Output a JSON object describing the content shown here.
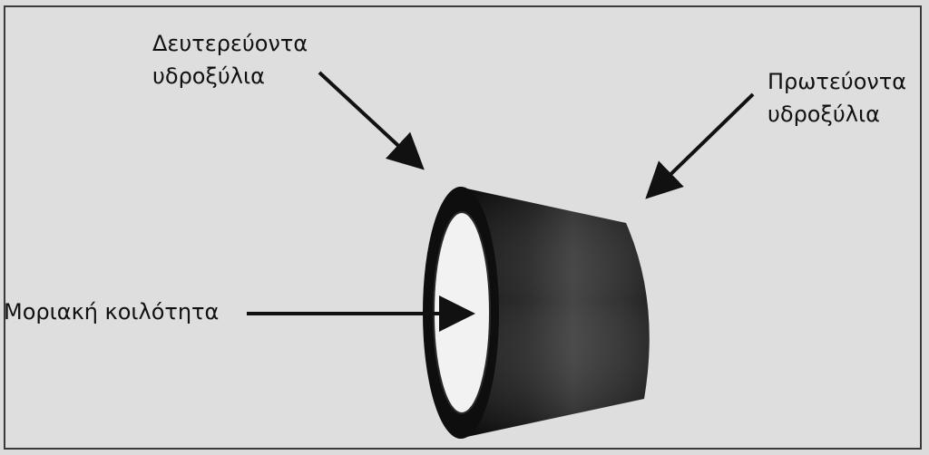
{
  "labels": {
    "secondary_hydroxyls": [
      "Δευτερεύοντα",
      "υδροξύλια"
    ],
    "primary_hydroxyls": [
      "Πρωτεύοντα",
      "υδροξύλια"
    ],
    "molecular_cavity": "Μοριακή κοιλότητα"
  },
  "colors": {
    "cone_body": "#1a1a1a",
    "cavity_interior": "#f2f2f2",
    "arrow": "#111111",
    "background": "#dedede"
  }
}
